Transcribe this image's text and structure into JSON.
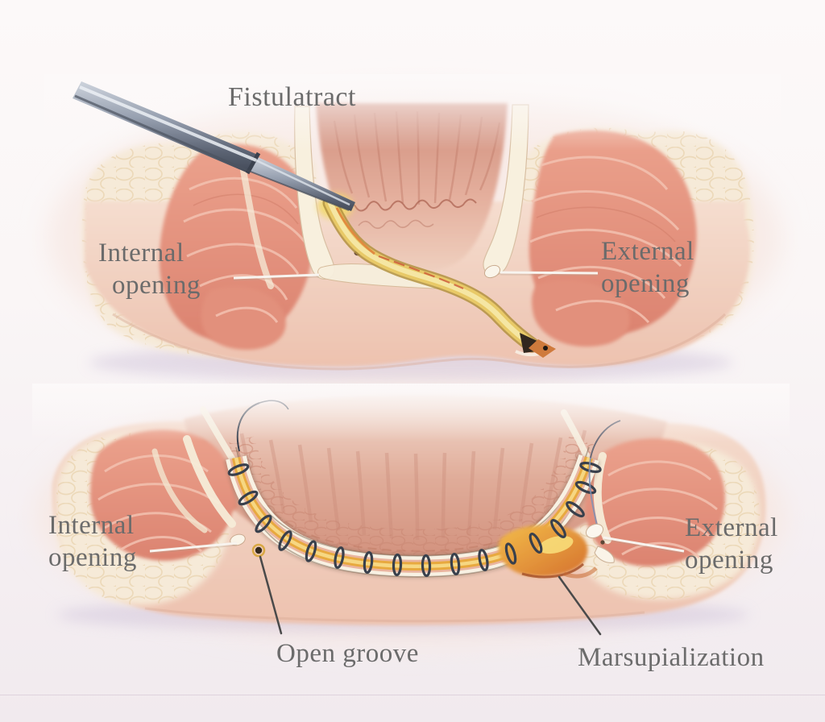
{
  "illustration": {
    "subject": "anal-fistula-fistulotomy-marsupialization",
    "top_panel": {
      "labels": {
        "fistula_tract": "Fistulatract",
        "internal_opening": {
          "line1": "Internal",
          "line2": "opening"
        },
        "external_opening": {
          "line1": "External",
          "line2": "opening"
        }
      }
    },
    "bottom_panel": {
      "labels": {
        "internal_opening": {
          "line1": "Internal",
          "line2": "opening"
        },
        "external_opening": {
          "line1": "External",
          "line2": "opening"
        },
        "open_groove": "Open groove",
        "marsupialization": "Marsupialization"
      }
    },
    "colors": {
      "label_text": "#6b6b6b",
      "pointer_line_dark": "#4a4a4a",
      "pointer_line_light": "#f8f4ef",
      "mucosa_pink": "#dca292",
      "sphincter_coral": "#e5947f",
      "fat_cream": "#f5e9d6",
      "skin_pink": "#f1d2c2",
      "fistula_tract_yellow": "#e9c967",
      "groove_amber": "#e8a93f",
      "granulation_orange": "#d97a33",
      "suture_dark": "#39404c",
      "probe_steel": "#8b95a6",
      "background": "#faf6f6"
    }
  }
}
